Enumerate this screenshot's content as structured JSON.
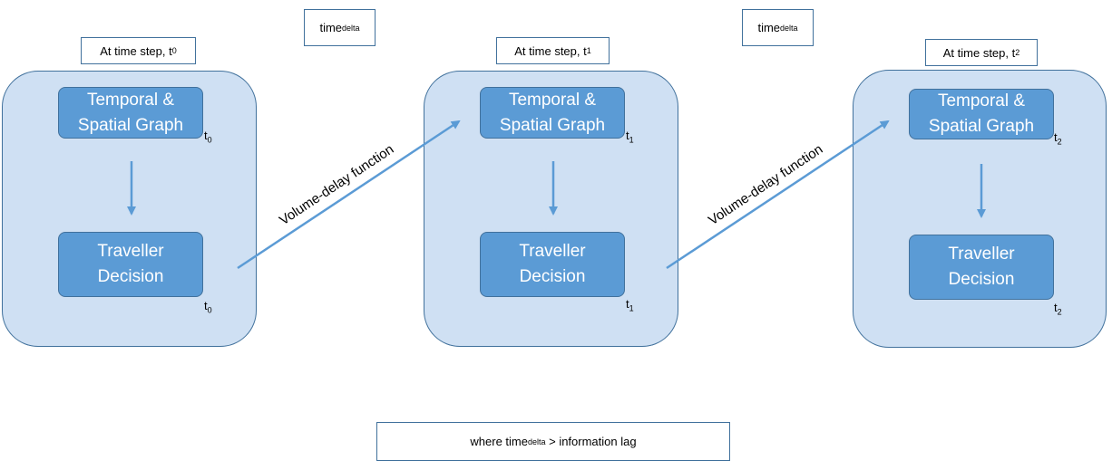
{
  "delta_labels": [
    {
      "base": "time",
      "sub": "delta"
    },
    {
      "base": "time",
      "sub": "delta"
    }
  ],
  "stages": [
    {
      "header_text": "At time step, t",
      "header_sub": "0",
      "graph_line1": "Temporal &",
      "graph_line2": "Spatial Graph",
      "graph_tag": "t",
      "graph_tag_sub": "0",
      "decision_line1": "Traveller",
      "decision_line2": "Decision",
      "decision_tag": "t",
      "decision_tag_sub": "0"
    },
    {
      "header_text": "At time step, t",
      "header_sub": "1",
      "graph_line1": "Temporal &",
      "graph_line2": "Spatial Graph",
      "graph_tag": "t",
      "graph_tag_sub": "1",
      "decision_line1": "Traveller",
      "decision_line2": "Decision",
      "decision_tag": "t",
      "decision_tag_sub": "1"
    },
    {
      "header_text": "At time step, t",
      "header_sub": "2",
      "graph_line1": "Temporal &",
      "graph_line2": "Spatial Graph",
      "graph_tag": "t",
      "graph_tag_sub": "2",
      "decision_line1": "Traveller",
      "decision_line2": "Decision",
      "decision_tag": "t",
      "decision_tag_sub": "2"
    }
  ],
  "transitions": [
    {
      "label": "Volume-delay function"
    },
    {
      "label": "Volume-delay function"
    }
  ],
  "footnote": {
    "prefix": "where time",
    "sub": "delta",
    "suffix": " > information lag"
  },
  "colors": {
    "stage_fill": "#cfe0f3",
    "node_fill": "#5b9bd5",
    "border": "#41719c",
    "arrow": "#5b9bd5"
  }
}
